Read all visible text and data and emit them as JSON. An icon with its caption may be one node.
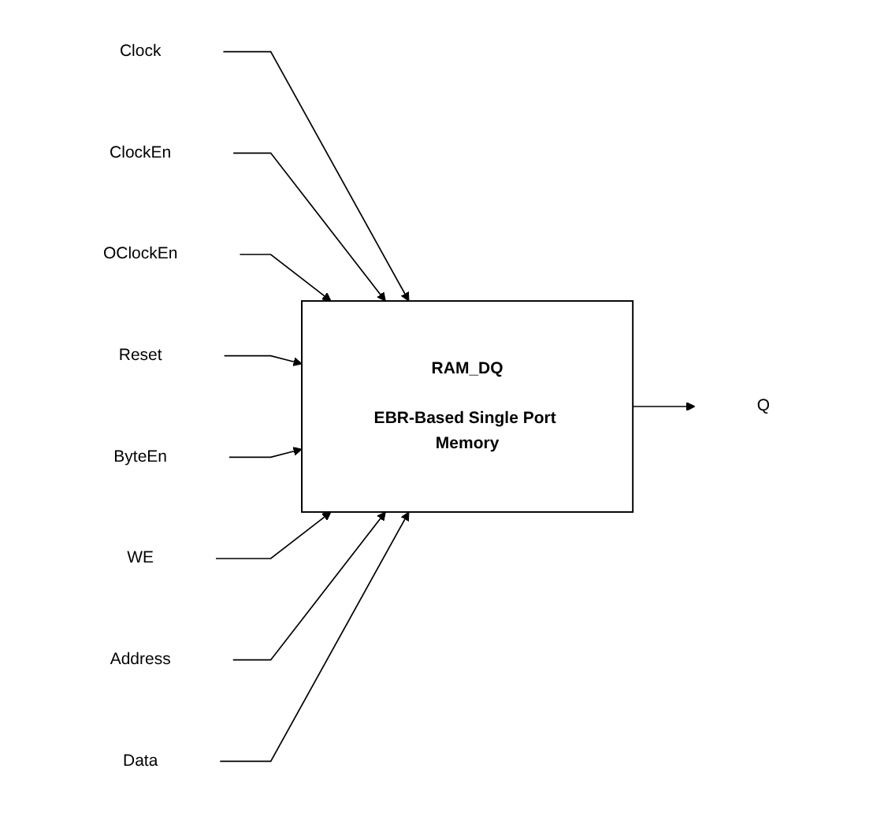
{
  "diagram": {
    "nodes": [
      {
        "text": [
          "Clock"
        ]
      },
      {
        "text": [
          "ClockEn"
        ]
      },
      {
        "text": [
          "OClockEn"
        ]
      },
      {
        "text": [
          "Reset"
        ]
      },
      {
        "text": [
          "ByteEn"
        ]
      },
      {
        "text": [
          "WE"
        ]
      },
      {
        "text": [
          "Address"
        ]
      },
      {
        "text": [
          "Data"
        ]
      },
      {
        "text": [
          "RAM_DQ",
          "EBR-Based Single Port Memory"
        ]
      },
      {
        "text": [
          "Q"
        ]
      }
    ],
    "edges": [
      {
        "from": 0,
        "to": 8,
        "arrow": "to"
      },
      {
        "from": 1,
        "to": 8,
        "arrow": "to"
      },
      {
        "from": 2,
        "to": 8,
        "arrow": "to"
      },
      {
        "from": 3,
        "to": 8,
        "arrow": "to"
      },
      {
        "from": 4,
        "to": 8,
        "arrow": "to"
      },
      {
        "from": 5,
        "to": 8,
        "arrow": "to"
      },
      {
        "from": 6,
        "to": 8,
        "arrow": "to"
      },
      {
        "from": 7,
        "to": 8,
        "arrow": "to"
      },
      {
        "from": 8,
        "to": 9,
        "arrow": "to"
      }
    ]
  }
}
